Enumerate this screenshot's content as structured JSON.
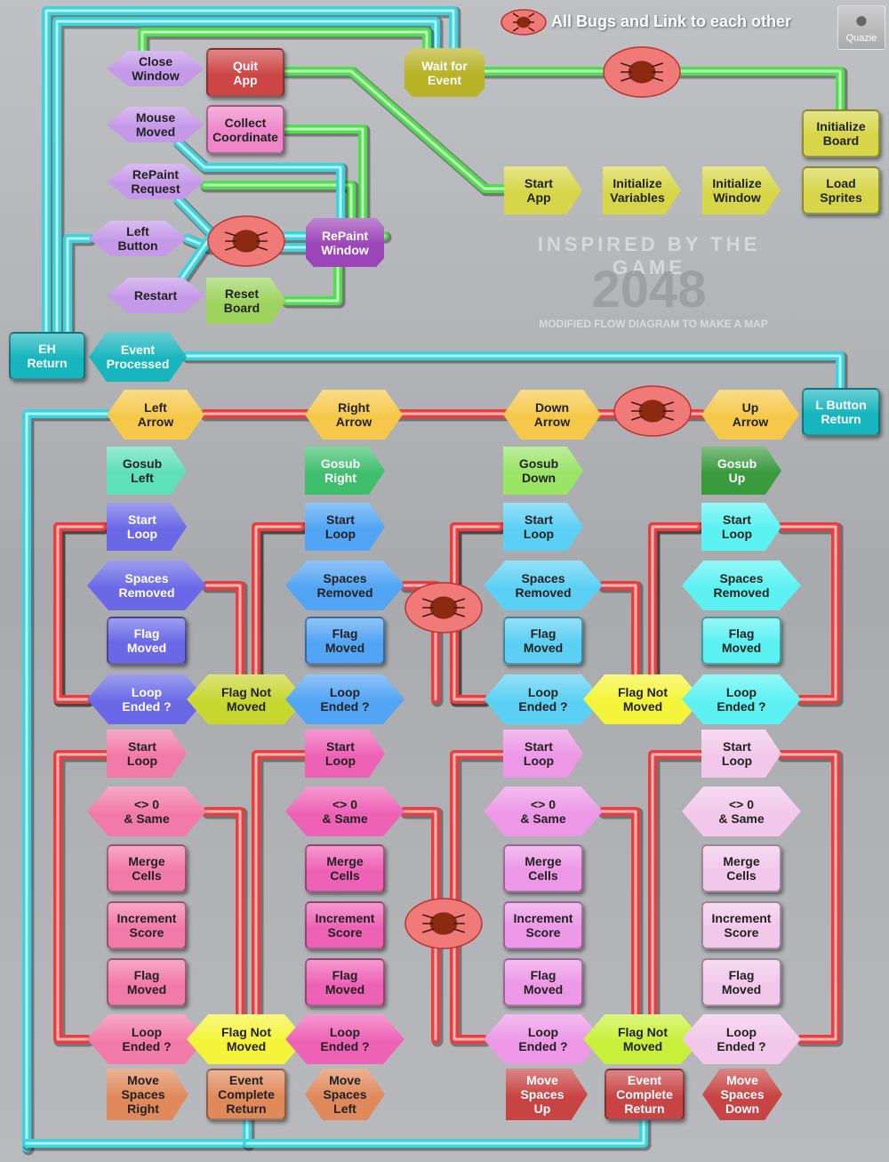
{
  "title": "All Bugs and Link to each other",
  "watermark": {
    "arc": "INSPIRED BY THE GAME",
    "number": "2048",
    "caption": "MODIFIED FLOW DIAGRAM TO MAKE A MAP"
  },
  "logo": "Quazie",
  "colors": {
    "cyan": "#38d4e0",
    "green": "#4ee04a",
    "red": "#ee3b3b",
    "bug": "#f07a78"
  },
  "nodes": [
    {
      "id": "close-window",
      "label": "Close\nWindow",
      "color": "#c49ae8",
      "shape": "chev-l"
    },
    {
      "id": "quit-app",
      "label": "Quit\nApp",
      "color": "#cd4646",
      "shape": "rect"
    },
    {
      "id": "wait-for-event",
      "label": "Wait for\nEvent",
      "color": "#b7b226",
      "shape": "oct"
    },
    {
      "id": "mouse-moved",
      "label": "Mouse\nMoved",
      "color": "#c49ae8",
      "shape": "chev-l"
    },
    {
      "id": "collect-coordinate",
      "label": "Collect\nCoordinate",
      "color": "#ee86c8",
      "shape": "rect"
    },
    {
      "id": "repaint-request",
      "label": "RePaint\nRequest",
      "color": "#c49ae8",
      "shape": "chev-l"
    },
    {
      "id": "repaint-window",
      "label": "RePaint\nWindow",
      "color": "#9b45b8",
      "shape": "oct"
    },
    {
      "id": "left-button",
      "label": "Left\nButton",
      "color": "#c49ae8",
      "shape": "chev-l"
    },
    {
      "id": "restart",
      "label": "Restart",
      "color": "#c49ae8",
      "shape": "chev-l"
    },
    {
      "id": "reset-board",
      "label": "Reset\nBoard",
      "color": "#9ed45e",
      "shape": "tab"
    },
    {
      "id": "start-app",
      "label": "Start\nApp",
      "color": "#d6d648",
      "shape": "tab"
    },
    {
      "id": "initialize-variables",
      "label": "Initialize\nVariables",
      "color": "#d6d648",
      "shape": "tab"
    },
    {
      "id": "initialize-window",
      "label": "Initialize\nWindow",
      "color": "#d6d648",
      "shape": "tab"
    },
    {
      "id": "initialize-board",
      "label": "Initialize\nBoard",
      "color": "#d6d648",
      "shape": "rect"
    },
    {
      "id": "load-sprites",
      "label": "Load\nSprites",
      "color": "#d6d648",
      "shape": "rect"
    },
    {
      "id": "eh-return",
      "label": "EH\nReturn",
      "color": "#17b5bd",
      "shape": "rect"
    },
    {
      "id": "event-processed",
      "label": "Event\nProcessed",
      "color": "#17b5bd",
      "shape": "hex"
    },
    {
      "id": "l-button-return",
      "label": "L Button\nReturn",
      "color": "#17b5bd",
      "shape": "rect"
    },
    {
      "id": "left-arrow",
      "label": "Left\nArrow",
      "color": "#f6c84a",
      "shape": "hex"
    },
    {
      "id": "right-arrow",
      "label": "Right\nArrow",
      "color": "#f6c84a",
      "shape": "hex"
    },
    {
      "id": "down-arrow",
      "label": "Down\nArrow",
      "color": "#f6c84a",
      "shape": "hex"
    },
    {
      "id": "up-arrow",
      "label": "Up\nArrow",
      "color": "#f6c84a",
      "shape": "hex"
    },
    {
      "id": "gosub-left",
      "label": "Gosub\nLeft",
      "color": "#5ee0b8",
      "shape": "tab"
    },
    {
      "id": "gosub-right",
      "label": "Gosub\nRight",
      "color": "#3fbf6e",
      "shape": "tab"
    },
    {
      "id": "gosub-down",
      "label": "Gosub\nDown",
      "color": "#9ae466",
      "shape": "tab"
    },
    {
      "id": "gosub-up",
      "label": "Gosub\nUp",
      "color": "#3a9a3e",
      "shape": "tab"
    },
    {
      "id": "start-loop-1",
      "label": "Start\nLoop",
      "color": "#6a68e6",
      "shape": "tab"
    },
    {
      "id": "start-loop-2",
      "label": "Start\nLoop",
      "color": "#52a4f4",
      "shape": "tab"
    },
    {
      "id": "start-loop-3",
      "label": "Start\nLoop",
      "color": "#5cd0f4",
      "shape": "tab"
    },
    {
      "id": "start-loop-4",
      "label": "Start\nLoop",
      "color": "#5cf2f2",
      "shape": "tab"
    },
    {
      "id": "spaces-removed-1",
      "label": "Spaces\nRemoved",
      "color": "#6a68e6",
      "shape": "hex"
    },
    {
      "id": "spaces-removed-2",
      "label": "Spaces\nRemoved",
      "color": "#52a4f4",
      "shape": "hex"
    },
    {
      "id": "spaces-removed-3",
      "label": "Spaces\nRemoved",
      "color": "#5cd0f4",
      "shape": "hex"
    },
    {
      "id": "spaces-removed-4",
      "label": "Spaces\nRemoved",
      "color": "#5cf2f2",
      "shape": "hex"
    },
    {
      "id": "flag-moved-1",
      "label": "Flag\nMoved",
      "color": "#6a68e6",
      "shape": "rect"
    },
    {
      "id": "flag-moved-2",
      "label": "Flag\nMoved",
      "color": "#52a4f4",
      "shape": "rect"
    },
    {
      "id": "flag-moved-3",
      "label": "Flag\nMoved",
      "color": "#5cd0f4",
      "shape": "rect"
    },
    {
      "id": "flag-moved-4",
      "label": "Flag\nMoved",
      "color": "#5cf2f2",
      "shape": "rect"
    },
    {
      "id": "loop-ended-1",
      "label": "Loop\nEnded ?",
      "color": "#6a68e6",
      "shape": "hex"
    },
    {
      "id": "flag-not-moved-1",
      "label": "Flag Not\nMoved",
      "color": "#c8d630",
      "shape": "hex"
    },
    {
      "id": "loop-ended-2",
      "label": "Loop\nEnded ?",
      "color": "#52a4f4",
      "shape": "hex"
    },
    {
      "id": "loop-ended-3",
      "label": "Loop\nEnded ?",
      "color": "#5cd0f4",
      "shape": "hex"
    },
    {
      "id": "flag-not-moved-2",
      "label": "Flag Not\nMoved",
      "color": "#f4f43a",
      "shape": "hex"
    },
    {
      "id": "loop-ended-4",
      "label": "Loop\nEnded ?",
      "color": "#5cf2f2",
      "shape": "hex"
    },
    {
      "id": "start-loop-5",
      "label": "Start\nLoop",
      "color": "#f27aa8",
      "shape": "tab"
    },
    {
      "id": "start-loop-6",
      "label": "Start\nLoop",
      "color": "#ee62b6",
      "shape": "tab"
    },
    {
      "id": "start-loop-7",
      "label": "Start\nLoop",
      "color": "#ec98e6",
      "shape": "tab"
    },
    {
      "id": "start-loop-8",
      "label": "Start\nLoop",
      "color": "#f2c8ea",
      "shape": "tab"
    },
    {
      "id": "nonzero-same-1",
      "label": "<> 0\n& Same",
      "color": "#f27aa8",
      "shape": "hex"
    },
    {
      "id": "nonzero-same-2",
      "label": "<> 0\n& Same",
      "color": "#ee62b6",
      "shape": "hex"
    },
    {
      "id": "nonzero-same-3",
      "label": "<> 0\n& Same",
      "color": "#ec98e6",
      "shape": "hex"
    },
    {
      "id": "nonzero-same-4",
      "label": "<> 0\n& Same",
      "color": "#f2c8ea",
      "shape": "hex"
    },
    {
      "id": "merge-cells-1",
      "label": "Merge\nCells",
      "color": "#f27aa8",
      "shape": "rect"
    },
    {
      "id": "merge-cells-2",
      "label": "Merge\nCells",
      "color": "#ee62b6",
      "shape": "rect"
    },
    {
      "id": "merge-cells-3",
      "label": "Merge\nCells",
      "color": "#ec98e6",
      "shape": "rect"
    },
    {
      "id": "merge-cells-4",
      "label": "Merge\nCells",
      "color": "#f2c8ea",
      "shape": "rect"
    },
    {
      "id": "increment-score-1",
      "label": "Increment\nScore",
      "color": "#f27aa8",
      "shape": "rect"
    },
    {
      "id": "increment-score-2",
      "label": "Increment\nScore",
      "color": "#ee62b6",
      "shape": "rect"
    },
    {
      "id": "increment-score-3",
      "label": "Increment\nScore",
      "color": "#ec98e6",
      "shape": "rect"
    },
    {
      "id": "increment-score-4",
      "label": "Increment\nScore",
      "color": "#f2c8ea",
      "shape": "rect"
    },
    {
      "id": "flag-moved-5",
      "label": "Flag\nMoved",
      "color": "#f27aa8",
      "shape": "rect"
    },
    {
      "id": "flag-moved-6",
      "label": "Flag\nMoved",
      "color": "#ee62b6",
      "shape": "rect"
    },
    {
      "id": "flag-moved-7",
      "label": "Flag\nMoved",
      "color": "#ec98e6",
      "shape": "rect"
    },
    {
      "id": "flag-moved-8",
      "label": "Flag\nMoved",
      "color": "#f2c8ea",
      "shape": "rect"
    },
    {
      "id": "loop-ended-5",
      "label": "Loop\nEnded ?",
      "color": "#f27aa8",
      "shape": "hex"
    },
    {
      "id": "flag-not-moved-3",
      "label": "Flag Not\nMoved",
      "color": "#f4f43a",
      "shape": "hex"
    },
    {
      "id": "loop-ended-6",
      "label": "Loop\nEnded ?",
      "color": "#ee62b6",
      "shape": "hex"
    },
    {
      "id": "loop-ended-7",
      "label": "Loop\nEnded ?",
      "color": "#ec98e6",
      "shape": "hex"
    },
    {
      "id": "flag-not-moved-4",
      "label": "Flag Not\nMoved",
      "color": "#c8f03a",
      "shape": "hex"
    },
    {
      "id": "loop-ended-8",
      "label": "Loop\nEnded ?",
      "color": "#f2c8ea",
      "shape": "hex"
    },
    {
      "id": "move-spaces-right",
      "label": "Move\nSpaces\nRight",
      "color": "#e08a5c",
      "shape": "tab"
    },
    {
      "id": "event-complete-return-1",
      "label": "Event\nComplete\nReturn",
      "color": "#e08a5c",
      "shape": "rect"
    },
    {
      "id": "move-spaces-left",
      "label": "Move\nSpaces\nLeft",
      "color": "#e08a5c",
      "shape": "chev-l"
    },
    {
      "id": "move-spaces-up",
      "label": "Move\nSpaces\nUp",
      "color": "#c84444",
      "shape": "tab"
    },
    {
      "id": "event-complete-return-2",
      "label": "Event\nComplete\nReturn",
      "color": "#c84444",
      "shape": "rect"
    },
    {
      "id": "move-spaces-down",
      "label": "Move\nSpaces\nDown",
      "color": "#c84444",
      "shape": "chev-l"
    }
  ]
}
